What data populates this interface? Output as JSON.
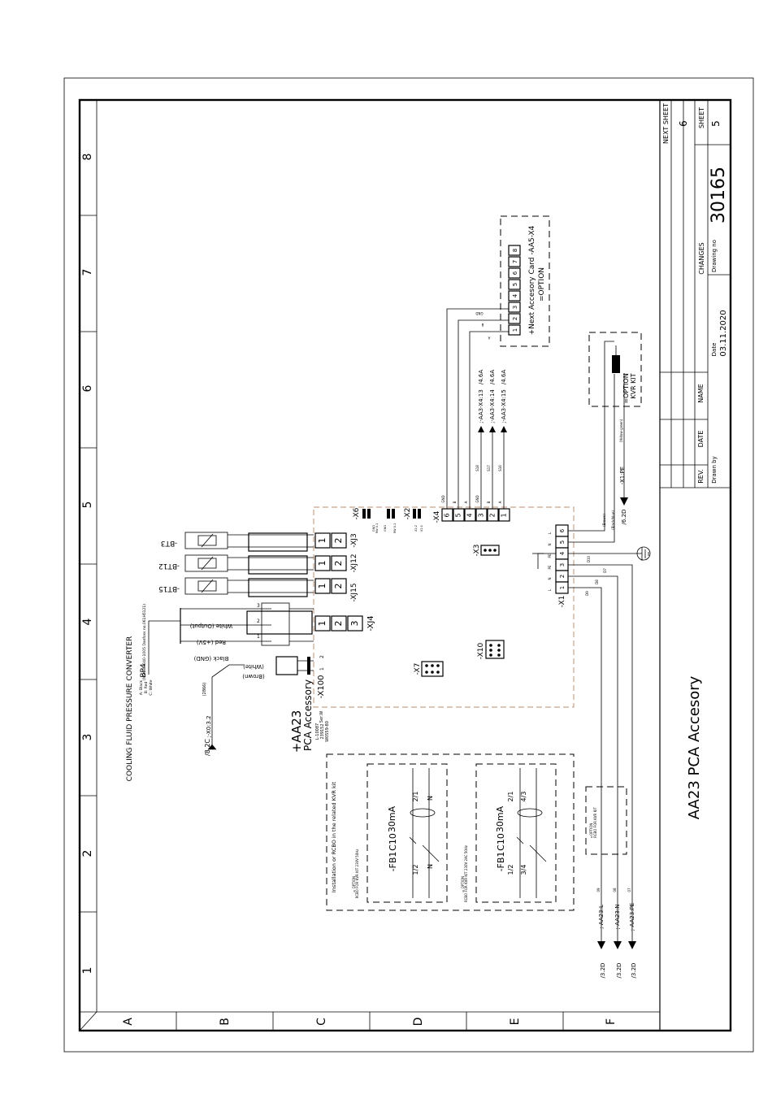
{
  "border": {
    "columns": [
      "1",
      "2",
      "3",
      "4",
      "5",
      "6",
      "7",
      "8"
    ],
    "rows": [
      "A",
      "B",
      "C",
      "D",
      "E",
      "F"
    ]
  },
  "title_block": {
    "drawing_title": "AA23 PCA Accesory",
    "next_sheet_label": "NEXT SHEET",
    "next_sheet_value": "6",
    "sheet_label": "SHEET",
    "sheet_value": "5",
    "drawing_no_label": "Drawing no",
    "drawing_no": "30165",
    "changes_label": "CHANGES",
    "date_label": "Date",
    "date_value": "03.11.2020",
    "name_label": "NAME",
    "date_col_label": "DATE",
    "rev_label": "REV.",
    "drawn_by_label": "Drawn by"
  },
  "converter": {
    "title": "COOLING FLUID PRESSURE CONVERTER",
    "tag": "BP4",
    "part": "(NSK-BE 040-1005 Danfoss no.061H5121)",
    "legend": [
      "A: Black",
      "B: Red",
      "C: White"
    ],
    "wires": [
      "White (Output)",
      "Red (+5V)",
      "Black (GND)"
    ],
    "wire_nums": [
      "3",
      "2",
      "1"
    ],
    "ref": "/8.2C",
    "ref_label": ";-X0:3.2",
    "cable": "(2866)",
    "x100_wires": [
      "(White)",
      "(Brown)"
    ]
  },
  "sensors": [
    "-BT3",
    "-BT12",
    "-BT15"
  ],
  "board": {
    "name": "+AA23",
    "desc": "PCA Accessory",
    "part_lines": [
      "L-10087",
      "239152",
      "W0559-80"
    ],
    "side_note": "Ser.W"
  },
  "connectors": {
    "x100": "-X100",
    "xj4": "-XJ4",
    "xj15": "-XJ15",
    "xj12": "-XJ12",
    "xj3": "-XJ3",
    "x6": "-X6",
    "x2": "-X2",
    "x4": "-X4",
    "x3": "-X3",
    "x1": "-X1",
    "x7": "-X7",
    "x10": "-X10",
    "pins_2": [
      "1",
      "2"
    ],
    "pins_3": [
      "1",
      "2",
      "3"
    ],
    "x4_pins": [
      "6",
      "5",
      "4",
      "3",
      "2",
      "1"
    ],
    "x1_pins": [
      "1",
      "2",
      "3",
      "4",
      "5",
      "6"
    ],
    "x1_small": [
      "L",
      "N",
      "PE",
      "PE",
      "N",
      "L"
    ],
    "x6_small": [
      "GND",
      "RW 0.1"
    ],
    "x2_small": [
      "GND",
      "RW 0.1",
      "X2:2",
      "X2:1"
    ]
  },
  "x4_wires": {
    "labels": [
      "GND",
      "B",
      "A",
      "GND",
      "B",
      "A"
    ],
    "nums": [
      "S18",
      "S17",
      "S16"
    ],
    "refs": [
      ";-AA3-X4:13",
      ";-AA3-X4:14",
      ";-AA3-X4:15"
    ],
    "ref_targets": [
      "/4.6A",
      "/4.6A",
      "/4.6A"
    ],
    "bus_labels": [
      "GND",
      "B",
      "A"
    ]
  },
  "next_card": {
    "title": "+Next Accesory Card -AA5-X4",
    "option": "=OPTION",
    "pins": [
      "1",
      "2",
      "3",
      "4",
      "5",
      "6",
      "7",
      "8"
    ]
  },
  "kvr": {
    "option": "=OPTION",
    "name": "KVR KIT",
    "pe_ref": "-X1:PE",
    "pe_target": "/6.2D",
    "wire_notes": [
      "(Brown)",
      "(Black/blue)",
      "(Yellow-green)"
    ]
  },
  "power": {
    "wire_nums": [
      "D9",
      "D8",
      "D7",
      "D10"
    ],
    "refs": [
      ";-AA23:L",
      ";-AA23:N",
      ";-AA23:PE"
    ],
    "targets": [
      "/3.2D",
      "/3.2D",
      "/3.2D"
    ],
    "ref_nums": [
      "09",
      "08",
      "07"
    ]
  },
  "rcbo": {
    "header": "Installation or RCBO in the related KVR kit",
    "opt1": "= OPTION",
    "opt1b": "RCBO FOR KVR KIT 230V 50Hz",
    "opt2": "= OPTION",
    "opt2b": "RCBO FOR KVR KIT 230V 2AC 50Hz",
    "fb": "-FB1",
    "c10": "C10",
    "ma": "30mA",
    "term_a1": "1/2",
    "term_a2": "2/1",
    "term_b1": "3/4",
    "term_b2": "4/3",
    "n_label": "N",
    "small_opt": "=OPTION",
    "small_opt2": "RCBO FOR KVR KIT"
  }
}
